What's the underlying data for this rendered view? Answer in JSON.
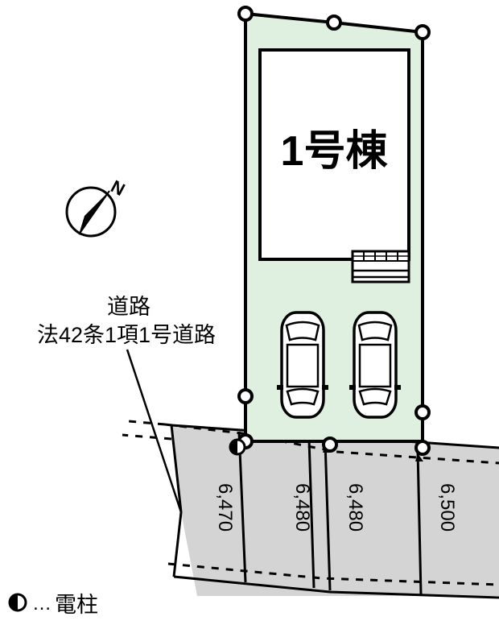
{
  "diagram": {
    "kind": "site-plan",
    "title_visible": false
  },
  "plot": {
    "building_label": "1号棟",
    "plot_fill_color": "#dff0e0",
    "building_fill_color": "#ffffff",
    "outline_color": "#000000",
    "survey_point_count": 8,
    "car_count": 2
  },
  "road": {
    "label_line1": "道路",
    "label_line2": "法42条1項1号道路",
    "fill_color": "#d4d4d4",
    "segments": [
      {
        "width_label": "6,470"
      },
      {
        "width_label": "6,480"
      },
      {
        "width_label": "6,480"
      },
      {
        "width_label": "6,500"
      }
    ]
  },
  "compass": {
    "north_label": "N"
  },
  "legend": {
    "symbol_name": "utility-pole-symbol",
    "dots": "…",
    "label": "電柱"
  }
}
